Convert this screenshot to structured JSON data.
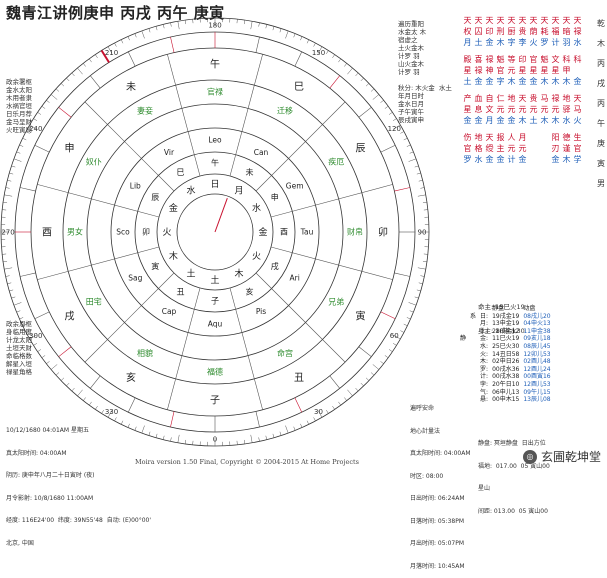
{
  "title": "魏青江讲例庚申 丙戌 丙午 庚寅",
  "left_top_info": [
    "政余署枢",
    "金水太阳",
    "木用者隶",
    "水祸官垣",
    "日乐月荐",
    "金马呈财",
    "火旺寅局"
  ],
  "left_bottom_info": [
    "政余恩枢",
    "身临用度",
    "计龙太阳",
    "土垣天财",
    "命临格数",
    "解星入垣",
    "禄星角格"
  ],
  "bottom_left": {
    "line1": "10/12/1680 04:01AM 星期五",
    "line2": "真太阳时间: 04:00AM",
    "line3": "阴历: 庚申年八月二十日寅时 (夜)",
    "line4": "月令影射: 10/8/1680 11:00AM",
    "line5": "经度: 116E24'00  纬度: 39N55'48  自动: (E)00°00'",
    "line6": "北京, 中国"
  },
  "right_mid_info": [
    "遍历重阳",
    "水金太 木",
    "宿虚之",
    "土火金木",
    "计罗 羽",
    "山火金木",
    "计罗 羽"
  ],
  "right_mid2": [
    "秋分: 木火金  水土",
    "年月日时",
    "金水日月",
    "子午寅午",
    "辰戌寅申"
  ],
  "natal": {
    "line1": "命主: 15巳火19",
    "line2": "身主: 10申水30"
  },
  "positions_header": [
    "",
    "静盘",
    "动盘"
  ],
  "positions": [
    [
      "",
      "系",
      "日:",
      "19戌金19",
      "08戌儿20"
    ],
    [
      "",
      "",
      "月:",
      "13申金19",
      "04申火13"
    ],
    [
      "",
      "",
      "土:",
      "28戌金12",
      "11申金38"
    ],
    [
      "静",
      "",
      "金:",
      "11巳火19",
      "09亥儿18"
    ],
    [
      "",
      "",
      "水:",
      "25巳火30",
      "08辰儿45"
    ],
    [
      "",
      "",
      "火:",
      "14丑日58",
      "12卯儿53"
    ],
    [
      "",
      "",
      "木:",
      "02申日26",
      "02酉儿48"
    ],
    [
      "",
      "",
      "罗:",
      "00戌水36",
      "12酉儿24"
    ],
    [
      "",
      "",
      "计:",
      "00戌水38",
      "00酉寅16"
    ],
    [
      "",
      "",
      "孛:",
      "20午日10",
      "12酉儿53"
    ],
    [
      "",
      "",
      "气:",
      "06申儿13",
      "09午儿15"
    ],
    [
      "",
      "",
      "悬:",
      "00申木15",
      "13辰儿08"
    ]
  ],
  "bottom_right_block": {
    "t1": "遍呼安命",
    "t2": "地心計量法",
    "t3": "真太阳时间: 04:00AM",
    "t4": "时区: 08:00",
    "t5": "日出时间: 06:24AM",
    "t6": "日落时间: 05:38PM",
    "t7": "月出时间: 05:07PM",
    "t8": "月落时间: 10:45AM"
  },
  "bottom_right_block2": {
    "u1": "静盘: 冥垣静盘  日出方位",
    "u2": "福地:  017.00  05 寅山00",
    "u3": "星山",
    "u4": "间距: 013.00  05 寅山00"
  },
  "copyright": "Moira version 1.50 Final, Copyright © 2004-2015 At Home Projects",
  "watermark": "玄圃乾坤堂",
  "right_grid_rows": [
    "天天天天天天天天天天天",
    "权囚印刑厨贵荫耗福暗禄",
    "月土金木字李火罗计羽水",
    "",
    "殿喜禄魁等印官魁文科科",
    "星禄神官元星星星星甲",
    "土金金字木金金木木木金",
    "",
    "产血自仁地天贵马禄地天",
    "星息文元元元元元元驿马",
    "金金月金金木土木木水火",
    "",
    "伤地天报人月  阳德生",
    "官格绶主元元  刃谨官",
    "罗水金金计金  金木学"
  ],
  "right_side_labels": [
    "乾",
    "木",
    "丙戌",
    "丙午",
    "庚寅",
    "男"
  ],
  "wheel": {
    "degree_labels": [
      "180",
      "150",
      "120",
      "90",
      "60",
      "30",
      "0",
      "330",
      "300",
      "270",
      "240",
      "210"
    ],
    "branches_outer": [
      "午",
      "巳",
      "辰",
      "卯",
      "寅",
      "丑",
      "子",
      "亥",
      "戌",
      "酉",
      "申",
      "未"
    ],
    "palaces": [
      "官禄",
      "迁移",
      "疾厄",
      "财帛",
      "兄弟",
      "命宫",
      "福德",
      "相貌",
      "田宅",
      "男女",
      "奴仆",
      "妻妾"
    ],
    "signs": [
      "Leo",
      "Can",
      "Gem",
      "Tau",
      "Ari",
      "Pis",
      "Aqu",
      "Cap",
      "Sag",
      "Sco",
      "Lib",
      "Vir"
    ],
    "inner_branches": [
      "午",
      "未",
      "申",
      "酉",
      "戌",
      "亥",
      "子",
      "丑",
      "寅",
      "卯",
      "辰",
      "巳"
    ],
    "inner_elems": [
      "日",
      "月",
      "水",
      "金",
      "火",
      "木",
      "土",
      "土",
      "木",
      "火",
      "金",
      "水"
    ]
  }
}
